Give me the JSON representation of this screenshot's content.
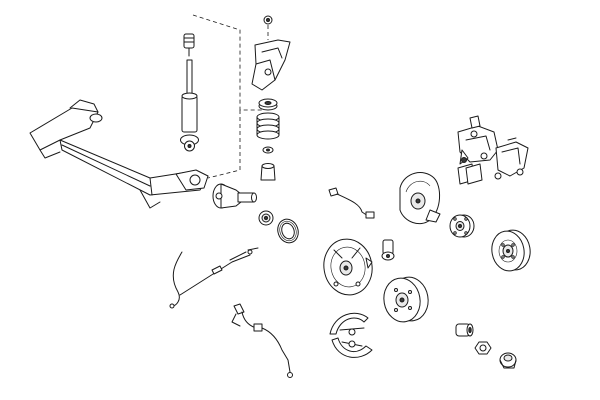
{
  "diagram": {
    "parts": [
      {
        "id": "shock-absorber"
      },
      {
        "id": "shock-bump-stop"
      },
      {
        "id": "rear-axle-beam"
      },
      {
        "id": "spring-mount-bracket"
      },
      {
        "id": "spring-upper-seat"
      },
      {
        "id": "coil-spring"
      },
      {
        "id": "spring-lower-pad"
      },
      {
        "id": "spring-buffer"
      },
      {
        "id": "stub-axle"
      },
      {
        "id": "wheel-bearing"
      },
      {
        "id": "hub-seal-ring"
      },
      {
        "id": "handbrake-cable"
      },
      {
        "id": "brake-backing-plate"
      },
      {
        "id": "brake-shoes"
      },
      {
        "id": "abs-sensor-cable"
      },
      {
        "id": "wheel-cylinder"
      },
      {
        "id": "brake-hose"
      },
      {
        "id": "brake-drum"
      },
      {
        "id": "disc-splash-shield"
      },
      {
        "id": "brake-caliper-bracket"
      },
      {
        "id": "brake-pads"
      },
      {
        "id": "caliper-carrier"
      },
      {
        "id": "wheel-hub"
      },
      {
        "id": "brake-disc"
      },
      {
        "id": "hub-nut"
      },
      {
        "id": "dust-cap"
      },
      {
        "id": "bushing"
      }
    ]
  }
}
